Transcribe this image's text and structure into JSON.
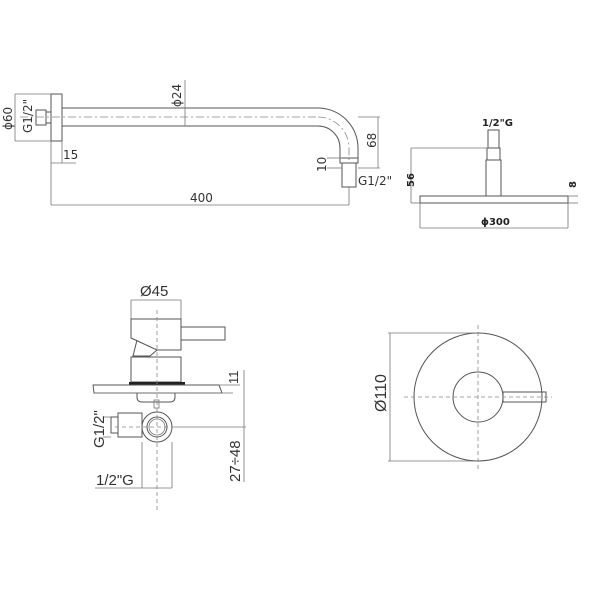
{
  "drawing": {
    "shower_arm": {
      "flange_diameter": "ϕ60",
      "inlet_thread": "G1/2\"",
      "pipe_diameter": "ϕ24",
      "flange_depth": "15",
      "length": "400",
      "drop_height": "68",
      "outlet_nipple": "10",
      "outlet_thread": "G1/2\""
    },
    "shower_head": {
      "connection": "1/2\"G",
      "height": "56",
      "thickness": "8",
      "diameter": "ϕ300"
    },
    "mixer_side": {
      "handle_diameter": "Ø45",
      "plate_gap": "11",
      "depth_range": "27÷48",
      "inlet_thread": "G1/2\"",
      "outlet_thread": "1/2\"G"
    },
    "mixer_front": {
      "plate_diameter": "Ø110"
    }
  }
}
